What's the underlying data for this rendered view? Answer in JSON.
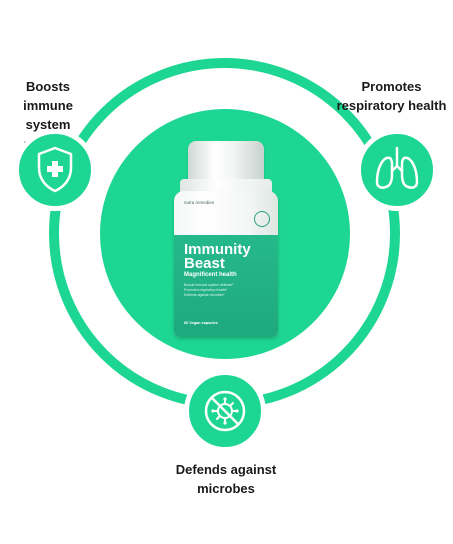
{
  "features": [
    {
      "label": "Boosts immune system defense",
      "icon": "shield-plus-icon"
    },
    {
      "label": "Promotes respiratory health",
      "icon": "lungs-icon"
    },
    {
      "label": "Defends against microbes",
      "icon": "no-microbes-icon"
    }
  ],
  "product": {
    "brand": "nutra remedies",
    "name": "Immunity Beast",
    "tagline": "Magnificent health",
    "bullets": [
      "Boosts immune system defense*",
      "Promotes respiratory health*",
      "Defends against microbes*"
    ],
    "count": "60 Vegan capsules"
  },
  "colors": {
    "accent": "#1ed693",
    "label_green": "#1ea97d",
    "background": "#ffffff"
  }
}
